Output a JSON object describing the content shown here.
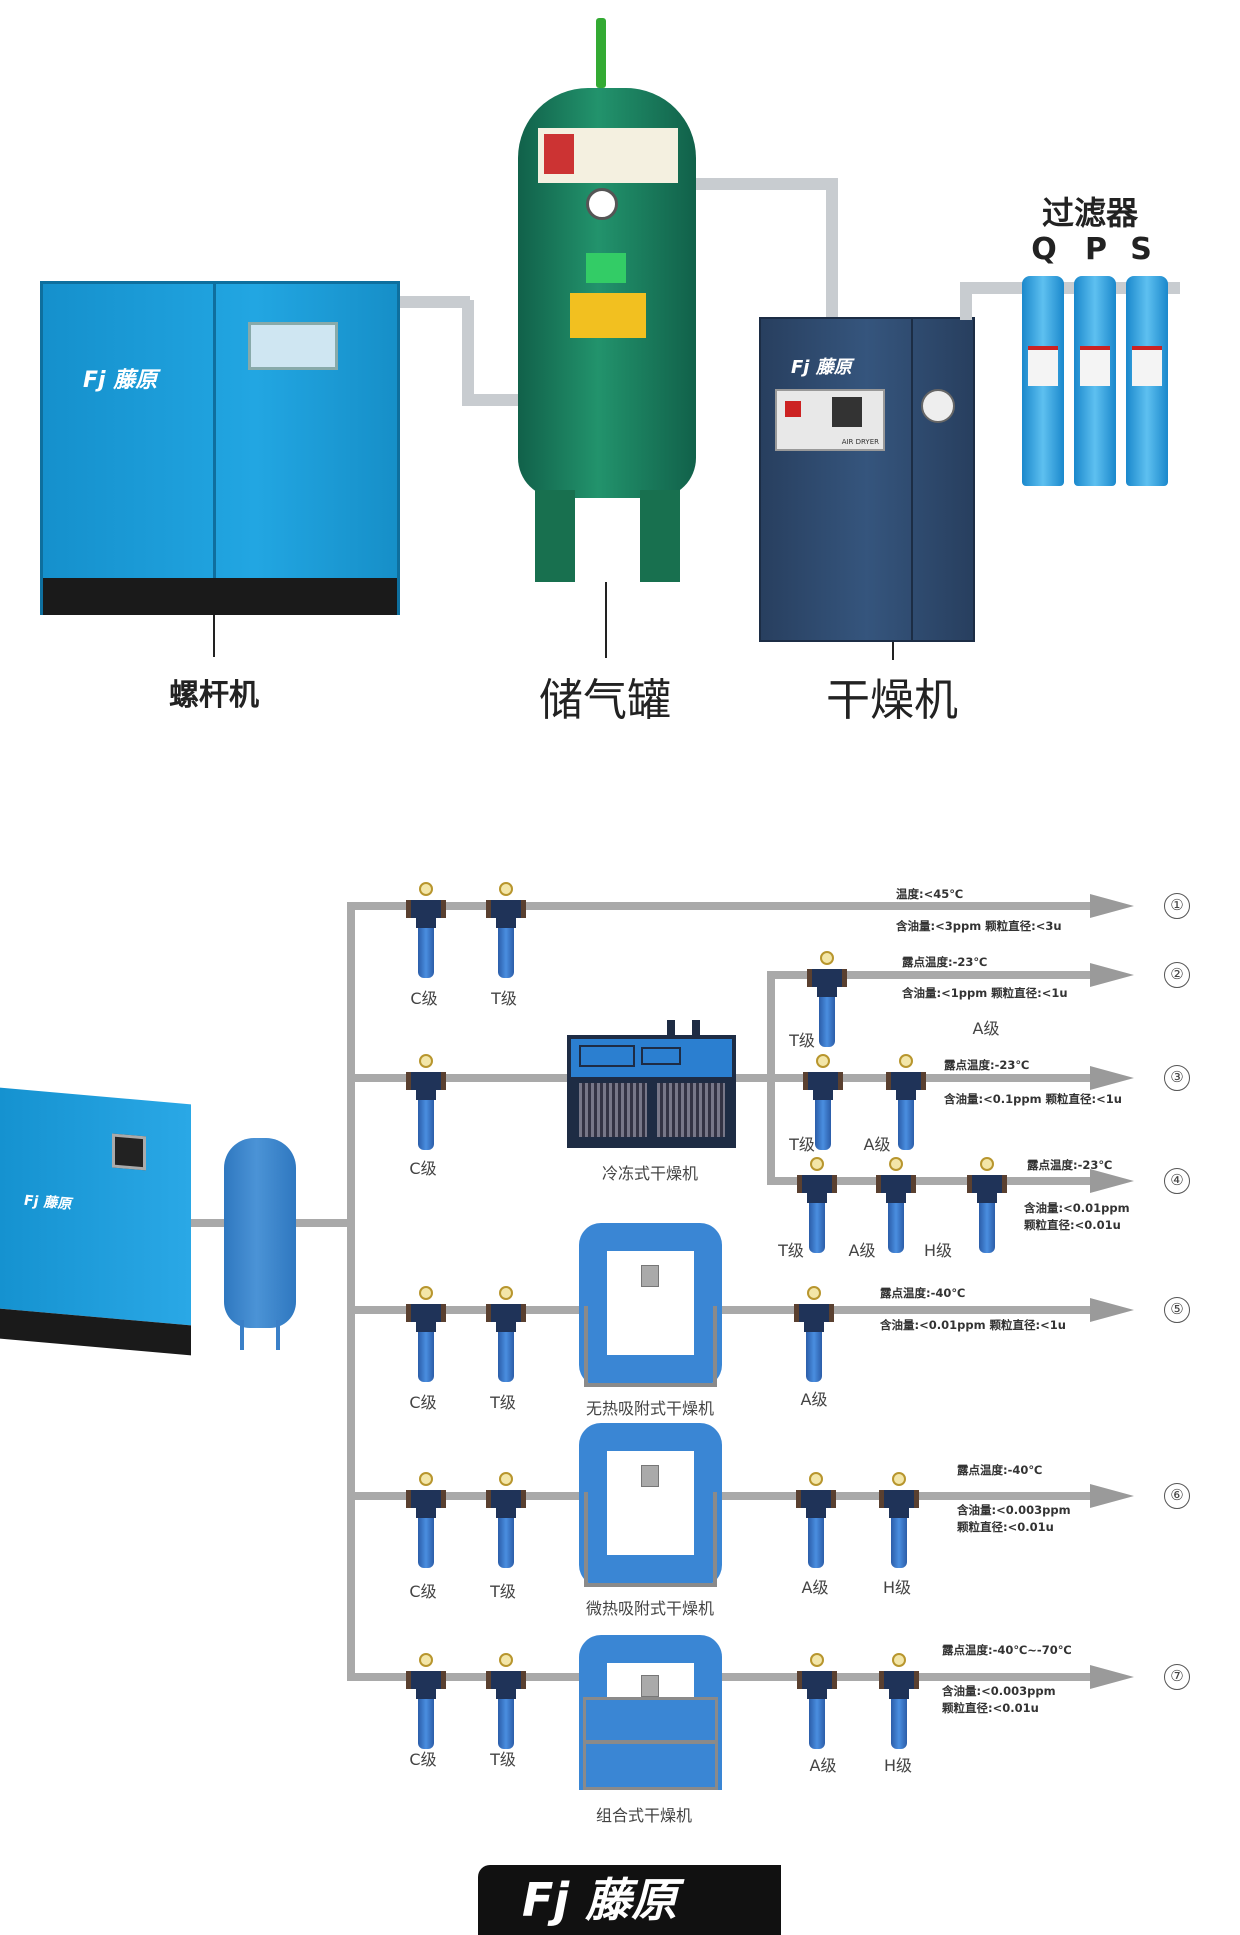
{
  "top": {
    "compressor_label": "螺杆机",
    "tank_label": "储气罐",
    "dryer_label": "干燥机",
    "filter_title": "过滤器",
    "filter_grades": [
      "Q",
      "P",
      "S"
    ],
    "brand": "Fj 藤原",
    "dryer_panel": "AIR DRYER"
  },
  "diagram": {
    "rows": [
      {
        "num": "①",
        "specs": [
          "温度:<45℃",
          "含油量:<3ppm    颗粒直径:<3u"
        ]
      },
      {
        "num": "②",
        "specs": [
          "露点温度:-23℃",
          "含油量:<1ppm    颗粒直径:<1u"
        ]
      },
      {
        "num": "③",
        "specs": [
          "露点温度:-23℃",
          "含油量:<0.1ppm  颗粒直径:<1u"
        ]
      },
      {
        "num": "④",
        "specs": [
          "露点温度:-23℃",
          "含油量:<0.01ppm",
          "颗粒直径:<0.01u"
        ]
      },
      {
        "num": "⑤",
        "specs": [
          "露点温度:-40℃",
          "含油量:<0.01ppm  颗粒直径:<1u"
        ]
      },
      {
        "num": "⑥",
        "specs": [
          "露点温度:-40℃",
          "含油量:<0.003ppm",
          "颗粒直径:<0.01u"
        ]
      },
      {
        "num": "⑦",
        "specs": [
          "露点温度:-40℃~-70℃",
          "含油量:<0.003ppm",
          "颗粒直径:<0.01u"
        ]
      }
    ],
    "grades": {
      "C": "C级",
      "T": "T级",
      "A": "A级",
      "H": "H级"
    },
    "dryers": [
      "冷冻式干燥机",
      "无热吸附式干燥机",
      "微热吸附式干燥机",
      "组合式干燥机"
    ],
    "brand": "Fj 藤原"
  },
  "footer": {
    "logo": "Fj 藤原"
  },
  "colors": {
    "compressor": "#1a9ad6",
    "tank": "#1b7a58",
    "dryer": "#2e4a6c",
    "pipe": "#a9a9a9"
  }
}
